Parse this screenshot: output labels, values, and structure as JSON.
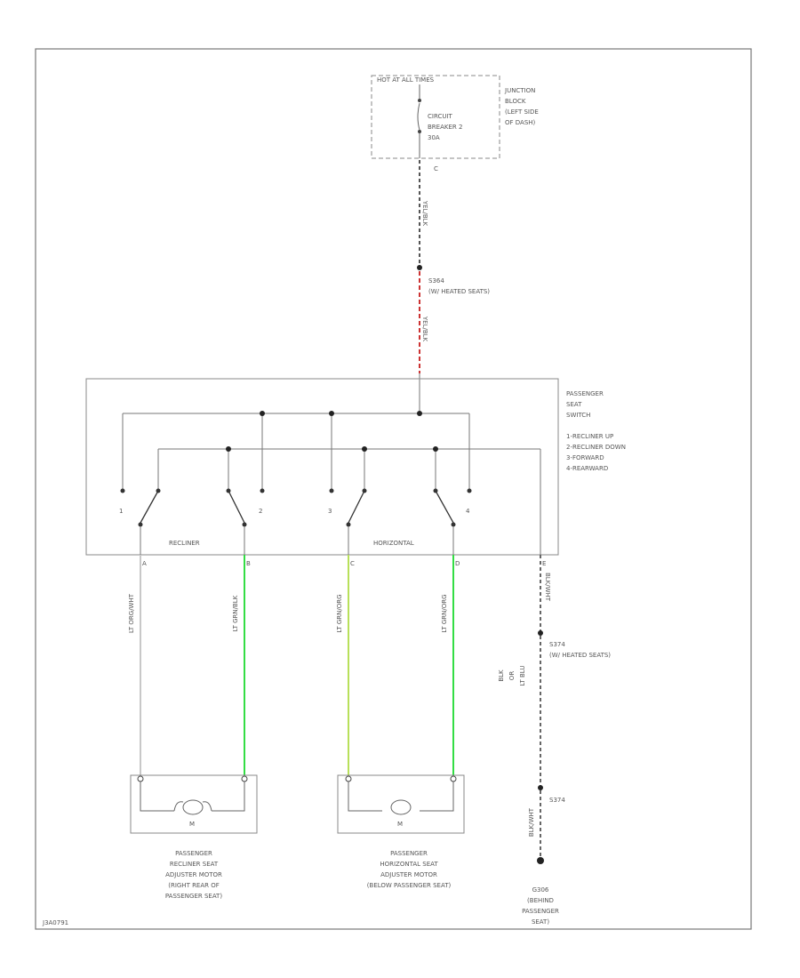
{
  "junction_block": {
    "header": "HOT AT ALL TIMES",
    "breaker_lines": [
      "CIRCUIT",
      "BREAKER 2",
      "30A"
    ],
    "pin": "C",
    "label_lines": [
      "JUNCTION",
      "BLOCK",
      "(LEFT SIDE",
      "OF DASH)"
    ]
  },
  "feed": {
    "upper_wire": "YEL/BLK",
    "splice_lines": [
      "S364",
      "(W/ HEATED SEATS)"
    ],
    "lower_wire": "YEL/BLK"
  },
  "seat_switch": {
    "label_lines": [
      "PASSENGER",
      "SEAT",
      "SWITCH",
      "1-RECLINER UP",
      "2-RECLINER DOWN",
      "3-FORWARD",
      "4-REARWARD"
    ],
    "contact_numbers": [
      "1",
      "2",
      "3",
      "4"
    ],
    "group_recliner": "RECLINER",
    "group_horizontal": "HORIZONTAL"
  },
  "wires": [
    {
      "pin": "A",
      "color_name": "LT ORG/WHT",
      "hex": "#c8c8c8"
    },
    {
      "pin": "B",
      "color_name": "LT GRN/BLK",
      "hex": "#33dd44"
    },
    {
      "pin": "C",
      "color_name": "LT GRN/ORG",
      "hex": "#b8e05a"
    },
    {
      "pin": "D",
      "color_name": "LT GRN/ORG",
      "hex": "#33dd44"
    },
    {
      "pin": "E",
      "color_name": "BLK/WHT",
      "hex": "#777777"
    }
  ],
  "ground": {
    "splice1_lines": [
      "S374",
      "(W/ HEATED SEATS)"
    ],
    "alt_wire_lines": [
      "BLK",
      "OR",
      "LT BLU"
    ],
    "lower_wire": "BLK/WHT",
    "splice2": "S374",
    "label_lines": [
      "G306",
      "(BEHIND",
      "PASSENGER",
      "SEAT)"
    ]
  },
  "motors": [
    {
      "symbol": "M",
      "label_lines": [
        "PASSENGER",
        "RECLINER SEAT",
        "ADJUSTER MOTOR",
        "(RIGHT REAR OF",
        "PASSENGER SEAT)"
      ]
    },
    {
      "symbol": "M",
      "label_lines": [
        "PASSENGER",
        "HORIZONTAL SEAT",
        "ADJUSTER MOTOR",
        "(BELOW PASSENGER SEAT)"
      ]
    }
  ],
  "footer_code": "J3A0791",
  "colors": {
    "frame": "#555555",
    "feed_red": "#cc3333",
    "line": "#777777"
  }
}
